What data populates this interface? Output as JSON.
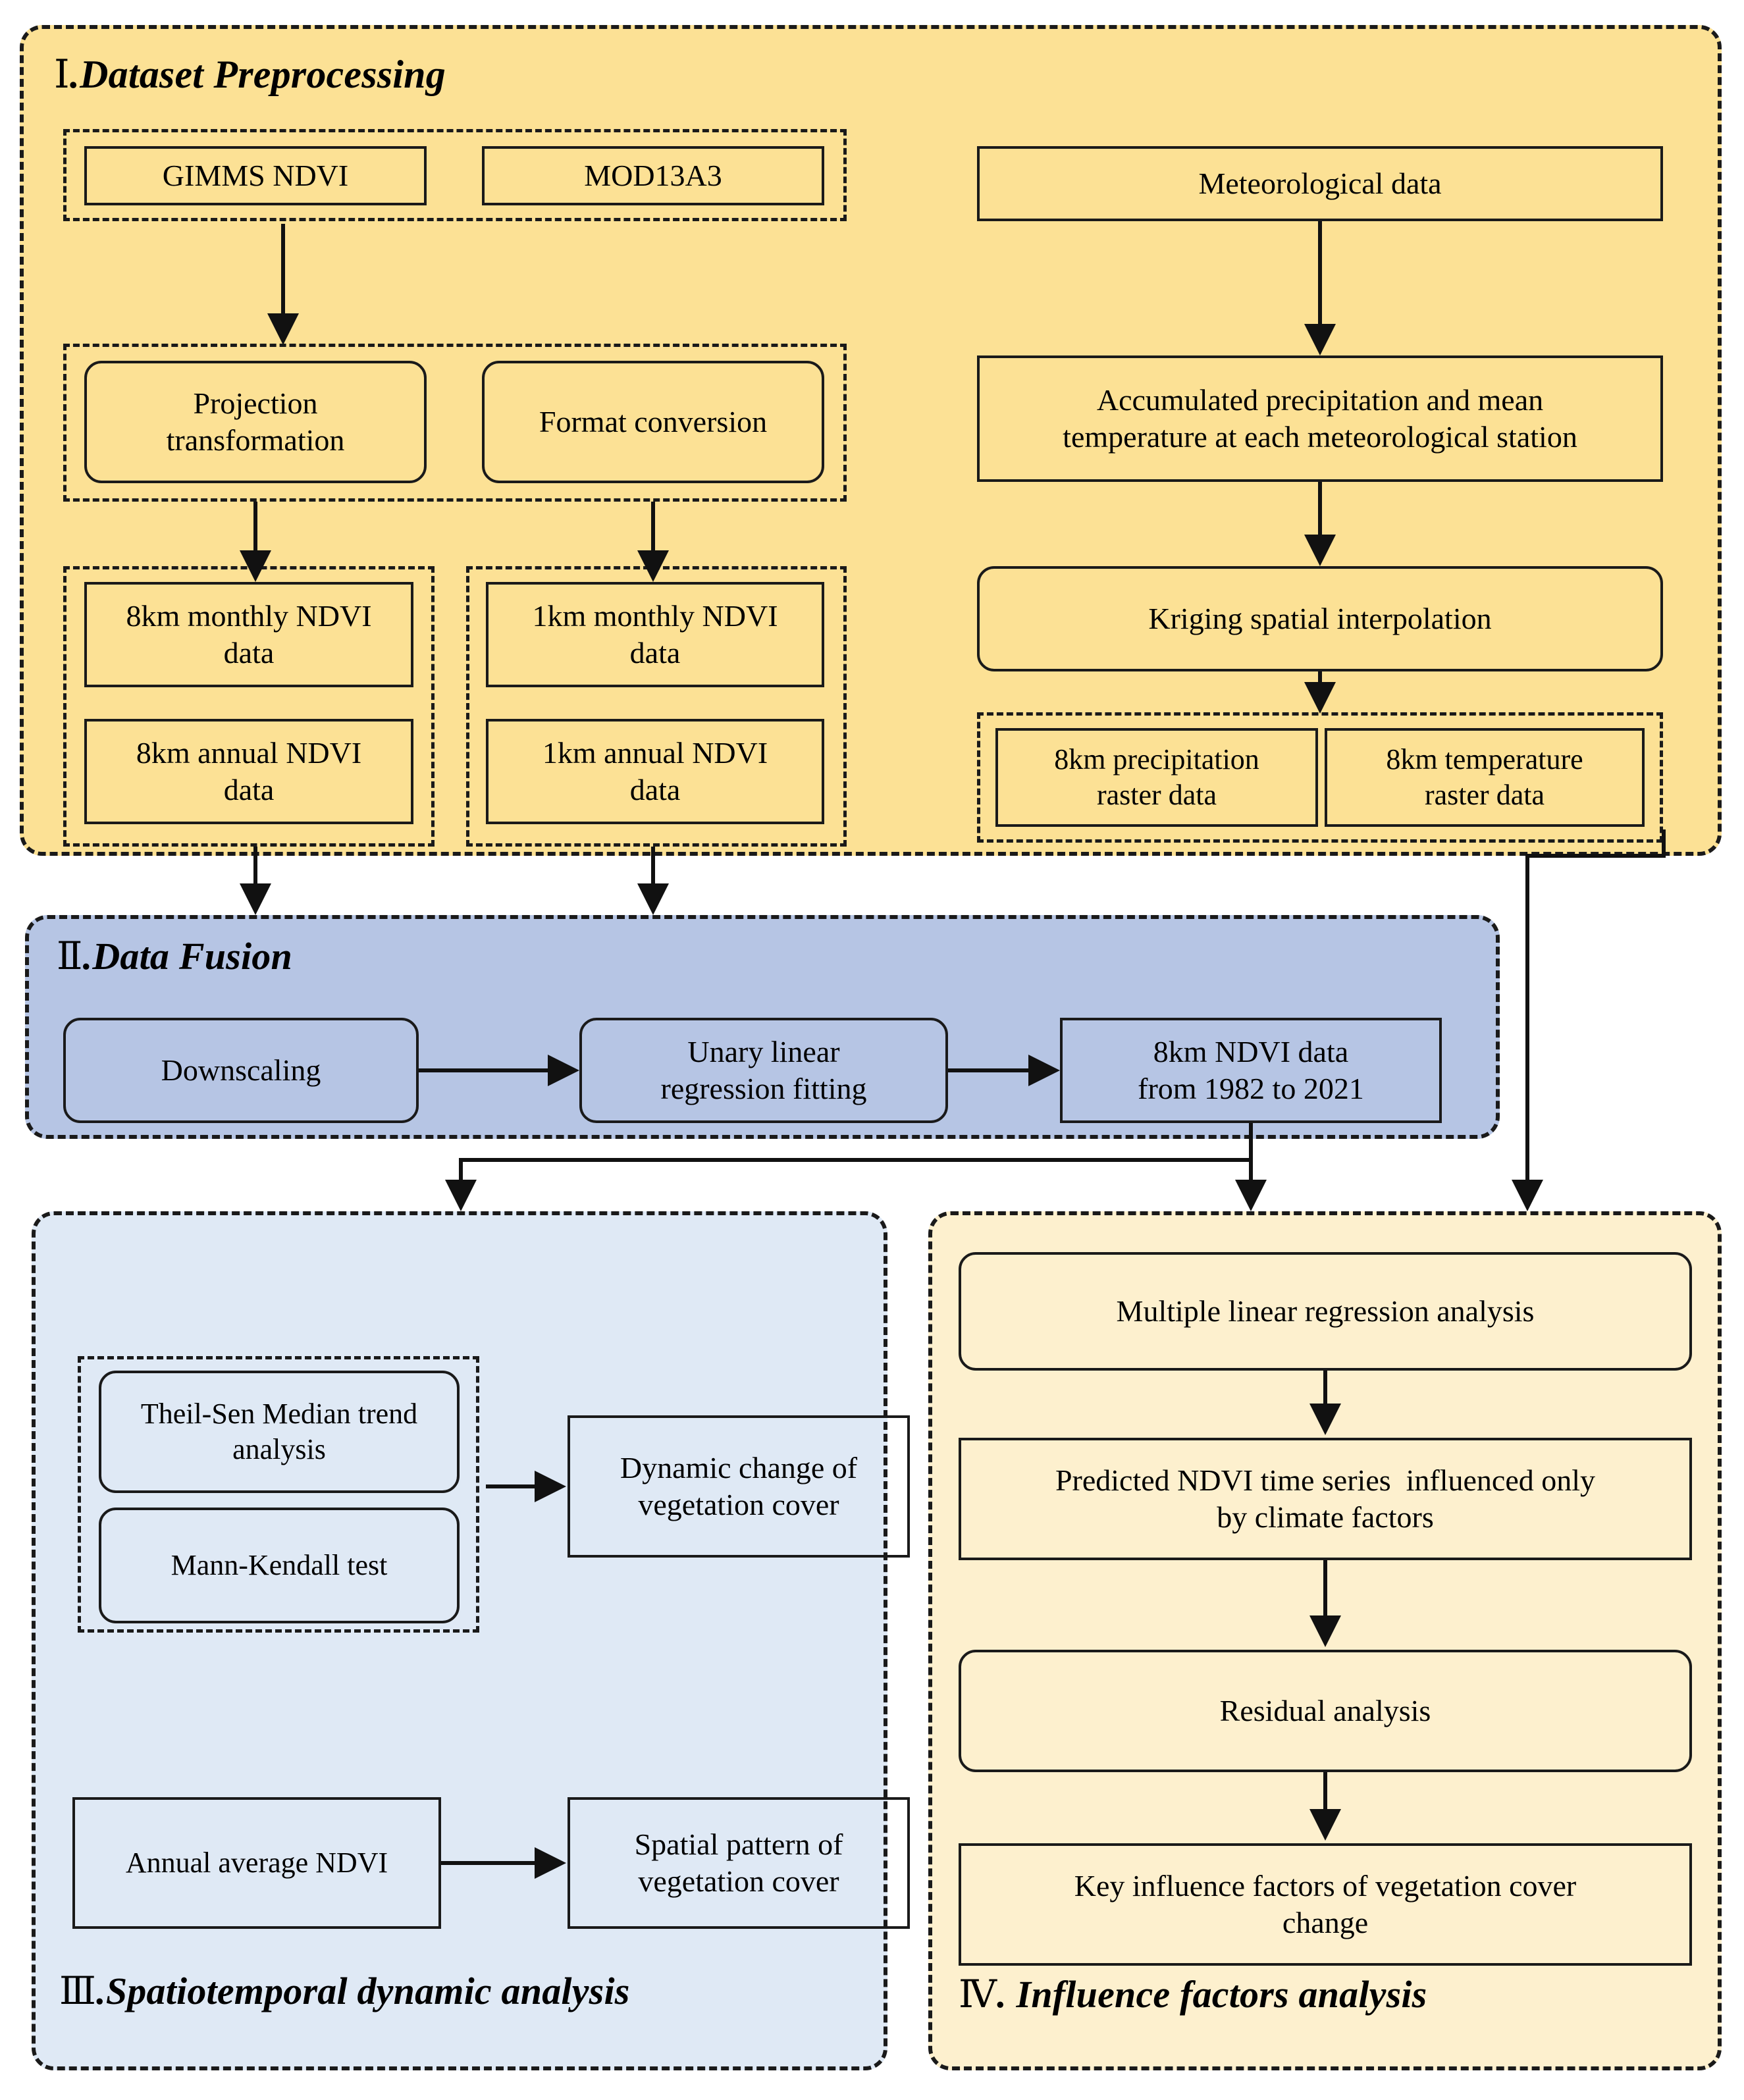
{
  "figure": {
    "type": "flowchart",
    "title": "Vegetation cover research technical workflow",
    "colors": {
      "section1_bg": "#FCE195",
      "section2_bg": "#B6C5E4",
      "section3_bg": "#DFE9F5",
      "section4_bg": "#FDF0CE",
      "stroke": "#1a1a1a",
      "page_bg": "#FFFFFF"
    }
  },
  "sections": {
    "s1": {
      "numeral": "Ⅰ",
      "title": ".Dataset Preprocessing"
    },
    "s2": {
      "numeral": "Ⅱ",
      "title": ".Data Fusion"
    },
    "s3": {
      "numeral": "Ⅲ",
      "title": ".Spatiotemporal dynamic analysis"
    },
    "s4": {
      "numeral": "Ⅳ",
      "title": ". Influence factors analysis"
    }
  },
  "nodes": {
    "gimms_ndvi": "GIMMS NDVI",
    "mod13a3": "MOD13A3",
    "meteorological_data": "Meteorological data",
    "projection_transformation": "Projection\ntransformation",
    "format_conversion": "Format conversion",
    "accumulated_precip_temp": "Accumulated precipitation and mean\ntemperature at each meteorological station",
    "kriging": "Kriging spatial interpolation",
    "ndvi_8km_monthly": "8km monthly NDVI\ndata",
    "ndvi_8km_annual": "8km annual NDVI\ndata",
    "ndvi_1km_monthly": "1km monthly NDVI\ndata",
    "ndvi_1km_annual": "1km annual NDVI\ndata",
    "precip_raster_8km": "8km precipitation\nraster data",
    "temp_raster_8km": "8km temperature\nraster data",
    "downscaling": "Downscaling",
    "unary_linear_regression": "Unary linear\nregression fitting",
    "ndvi_8km_1982_2021": "8km NDVI data\nfrom 1982 to 2021",
    "theil_sen": "Theil-Sen Median trend\nanalysis",
    "mann_kendall": "Mann-Kendall test",
    "dynamic_change": "Dynamic change of\nvegetation cover",
    "annual_average_ndvi": "Annual average NDVI",
    "spatial_pattern": "Spatial pattern of\nvegetation cover",
    "multiple_linear_regression": "Multiple linear regression analysis",
    "predicted_ndvi": "Predicted NDVI time series  influenced only\nby climate factors",
    "residual_analysis": "Residual analysis",
    "key_influence_factors": "Key influence factors of vegetation cover\nchange"
  },
  "chart_data": {
    "type": "diagram",
    "flow_edges": [
      {
        "from": "gimms_ndvi / mod13a3 group",
        "to": "projection/format group"
      },
      {
        "from": "projection_transformation",
        "to": "ndvi_8km_monthly"
      },
      {
        "from": "format_conversion",
        "to": "ndvi_1km_monthly"
      },
      {
        "from": "meteorological_data",
        "to": "accumulated_precip_temp"
      },
      {
        "from": "accumulated_precip_temp",
        "to": "kriging"
      },
      {
        "from": "kriging",
        "to": "precip/temp raster group"
      },
      {
        "from": "ndvi_8km_annual",
        "to": "section2_data_fusion"
      },
      {
        "from": "ndvi_1km_annual",
        "to": "section2_data_fusion"
      },
      {
        "from": "downscaling",
        "to": "unary_linear_regression"
      },
      {
        "from": "unary_linear_regression",
        "to": "ndvi_8km_1982_2021"
      },
      {
        "from": "ndvi_8km_1982_2021",
        "to": "section3_spatiotemporal"
      },
      {
        "from": "ndvi_8km_1982_2021",
        "to": "section4_influence_factors"
      },
      {
        "from": "precip/temp raster group",
        "to": "section4_influence_factors"
      },
      {
        "from": "theil_sen + mann_kendall group",
        "to": "dynamic_change"
      },
      {
        "from": "annual_average_ndvi",
        "to": "spatial_pattern"
      },
      {
        "from": "multiple_linear_regression",
        "to": "predicted_ndvi"
      },
      {
        "from": "predicted_ndvi",
        "to": "residual_analysis"
      },
      {
        "from": "residual_analysis",
        "to": "key_influence_factors"
      }
    ]
  }
}
